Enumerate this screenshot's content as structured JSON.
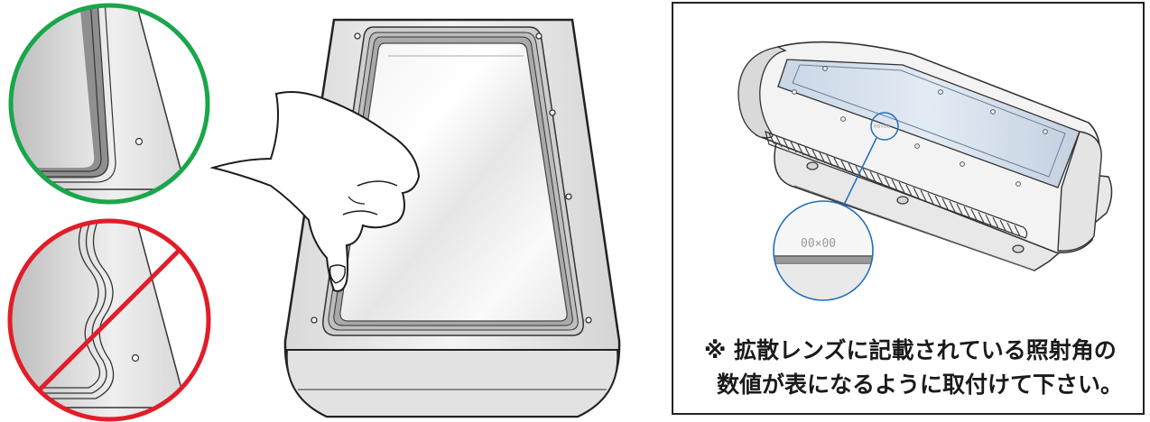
{
  "callout": {
    "lens_marking": "00×00"
  },
  "note": {
    "line1": "※ 拡散レンズに記載されている照射角の",
    "line2": "数値が表になるように取付けて下さい。"
  },
  "indicators": {
    "correct": {
      "icon": "check-circle",
      "color": "#1aa64a"
    },
    "wrong": {
      "icon": "prohibition-circle",
      "color": "#e11d2a"
    }
  }
}
